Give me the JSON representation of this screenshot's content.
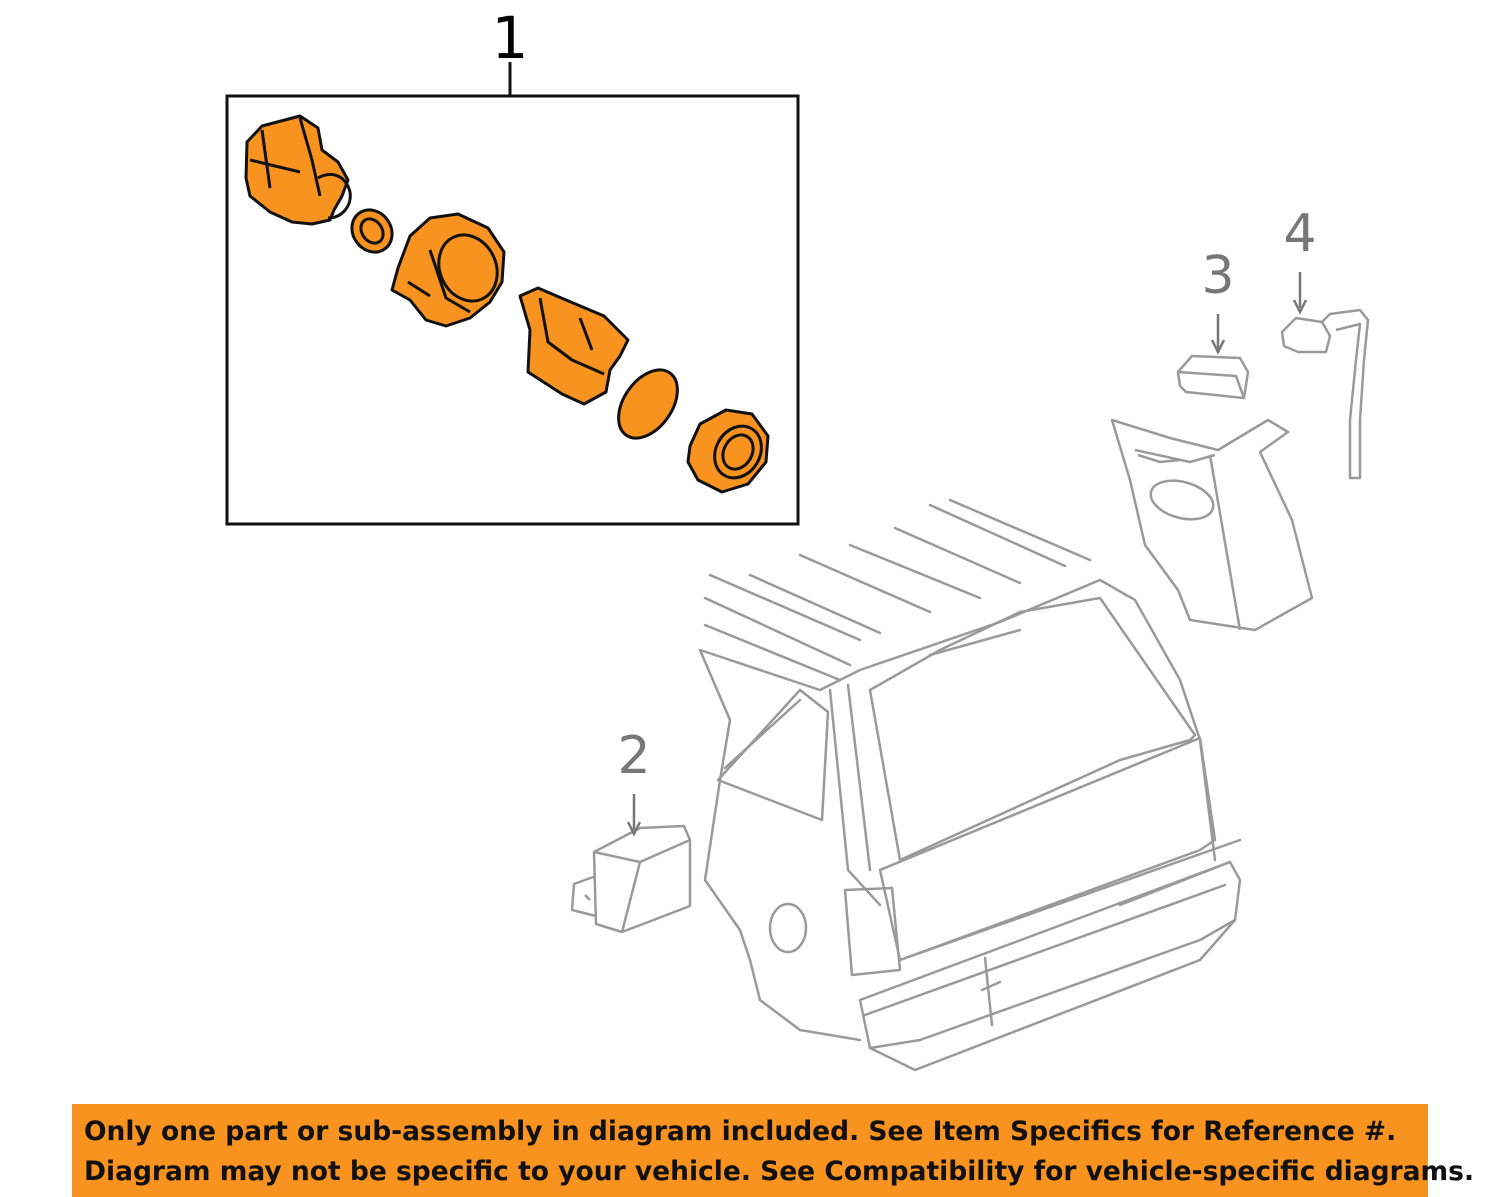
{
  "callouts": {
    "item1": "1",
    "item2": "2",
    "item3": "3",
    "item4": "4"
  },
  "disclaimer": {
    "line1": "Only one part or sub-assembly in diagram included. See Item Specifics for Reference #.",
    "line2": "Diagram may not be specific to your vehicle. See Compatibility for vehicle-specific diagrams."
  },
  "colors": {
    "part_fill": "#f7931e",
    "outline": "#111111",
    "vehicle_line": "#9a9a9a",
    "callout_grey": "#777777",
    "banner": "#f7931e"
  }
}
